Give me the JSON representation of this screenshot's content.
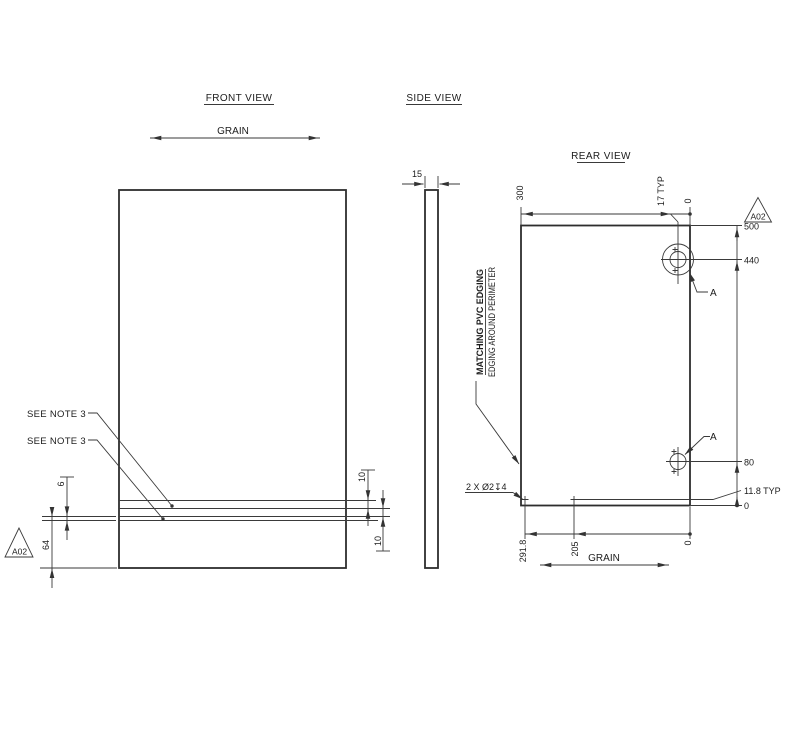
{
  "drawing": {
    "front": {
      "title": "FRONT VIEW",
      "grain": "GRAIN",
      "note1": "SEE NOTE 3",
      "note2": "SEE NOTE 3",
      "dim_6": "6",
      "dim_64": "64",
      "dim_10_top": "10",
      "dim_10_bottom": "10",
      "datum": "A02"
    },
    "side": {
      "title": "SIDE VIEW",
      "dim_15": "15"
    },
    "rear": {
      "title": "REAR VIEW",
      "grain": "GRAIN",
      "datum": "A02",
      "dim_300": "300",
      "dim_17": "17 TYP",
      "dim_0_top": "0",
      "dim_500": "500",
      "dim_440": "440",
      "dim_80": "80",
      "dim_118": "11.8 TYP",
      "dim_0_right": "0",
      "dim_2918": "291.8",
      "dim_205": "205",
      "dim_0_bottom": "0",
      "edging1": "MATCHING PVC EDGING",
      "edging2": "EDGING AROUND PERIMETER",
      "holes": "2 X Ø2↧4",
      "detail_top": "A",
      "detail_bottom": "A"
    }
  }
}
